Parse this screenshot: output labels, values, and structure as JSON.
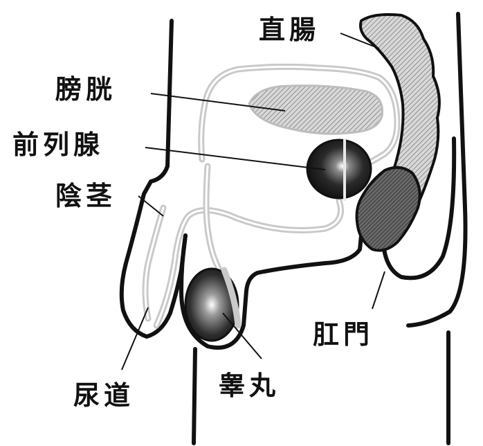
{
  "labels": {
    "rectum": "直腸",
    "bladder": "膀胱",
    "prostate": "前列腺",
    "penis": "陰茎",
    "anus": "肛門",
    "urethra": "尿道",
    "testis": "睾丸"
  }
}
